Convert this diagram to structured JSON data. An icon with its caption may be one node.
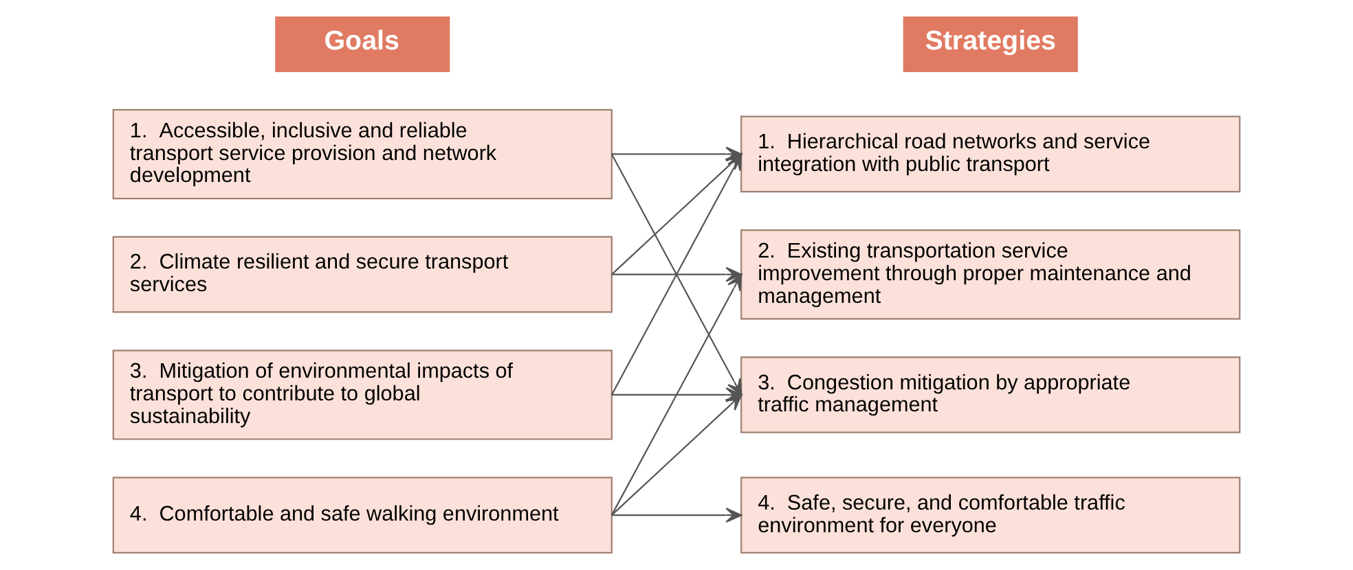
{
  "diagram": {
    "nodes": [
      {
        "text": [
          "Goals"
        ]
      },
      {
        "text": [
          "1.  Accessible, inclusive and reliable transport service provision and network development"
        ]
      },
      {
        "text": [
          "2.  Climate resilient and secure transport services"
        ]
      },
      {
        "text": [
          "3.  Mitigation of environmental impacts of transport to contribute to global sustainability"
        ]
      },
      {
        "text": [
          "4.  Comfortable and safe walking environment"
        ]
      },
      {
        "text": [
          "Strategies"
        ]
      },
      {
        "text": [
          "1.  Hierarchical road networks and service integration with public transport"
        ]
      },
      {
        "text": [
          "2.  Existing transportation service improvement through proper maintenance and management"
        ]
      },
      {
        "text": [
          "3.  Congestion mitigation by appropriate traffic management"
        ]
      },
      {
        "text": [
          "4.  Safe, secure, and comfortable traffic environment for everyone"
        ]
      }
    ],
    "edges": [
      {
        "from": 1,
        "to": 6,
        "arrow": "to"
      },
      {
        "from": 1,
        "to": 8,
        "arrow": "to"
      },
      {
        "from": 2,
        "to": 6,
        "arrow": "to"
      },
      {
        "from": 2,
        "to": 7,
        "arrow": "to"
      },
      {
        "from": 3,
        "to": 6,
        "arrow": "to"
      },
      {
        "from": 3,
        "to": 8,
        "arrow": "to"
      },
      {
        "from": 4,
        "to": 7,
        "arrow": "to"
      },
      {
        "from": 4,
        "to": 8,
        "arrow": "to"
      },
      {
        "from": 4,
        "to": 9,
        "arrow": "to"
      }
    ]
  }
}
